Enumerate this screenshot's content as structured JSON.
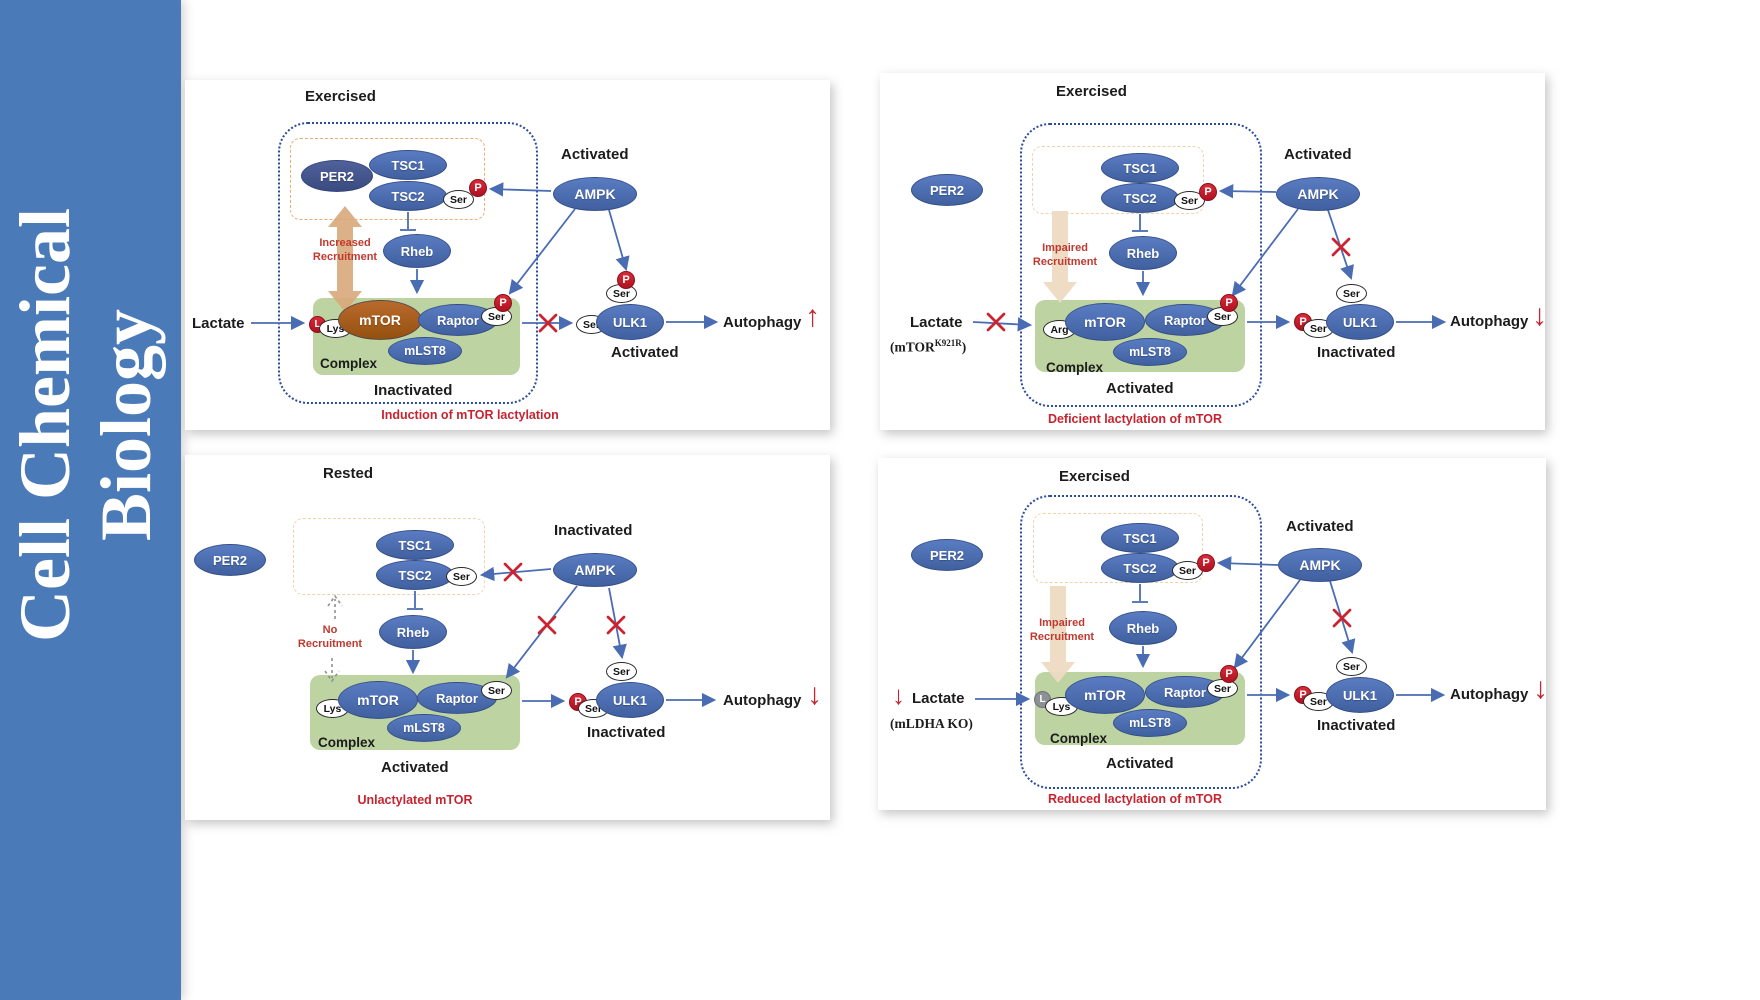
{
  "journal": {
    "line1": "Cell Chemical",
    "line2": "Biology"
  },
  "labels": {
    "ser": "Ser",
    "p": "P",
    "l": "L",
    "lys": "Lys",
    "arg": "Arg"
  },
  "panels": [
    {
      "title": "Exercised",
      "per2": "PER2",
      "tsc1": "TSC1",
      "tsc2": "TSC2",
      "rheb": "Rheb",
      "ampk": "AMPK",
      "ampk_state": "Activated",
      "recruit1": "Increased",
      "recruit2": "Recruitment",
      "lactate": "Lactate",
      "mtor": "mTOR",
      "raptor": "Raptor",
      "mlst8": "mLST8",
      "complex": "Complex",
      "complex_state": "Inactivated",
      "ulk1": "ULK1",
      "ulk1_state": "Activated",
      "autophagy": "Autophagy",
      "autophagy_arrow": "↑",
      "caption": "Induction of mTOR lactylation"
    },
    {
      "title": "Exercised",
      "per2": "PER2",
      "tsc1": "TSC1",
      "tsc2": "TSC2",
      "rheb": "Rheb",
      "ampk": "AMPK",
      "ampk_state": "Activated",
      "recruit1": "Impaired",
      "recruit2": "Recruitment",
      "lactate": "Lactate",
      "note_pre": "(mTOR",
      "note_sup": "K921R",
      "note_post": ")",
      "mtor": "mTOR",
      "raptor": "Raptor",
      "mlst8": "mLST8",
      "complex": "Complex",
      "complex_state": "Activated",
      "ulk1": "ULK1",
      "ulk1_state": "Inactivated",
      "autophagy": "Autophagy",
      "autophagy_arrow": "↓",
      "caption": "Deficient lactylation of mTOR"
    },
    {
      "title": "Rested",
      "per2": "PER2",
      "tsc1": "TSC1",
      "tsc2": "TSC2",
      "rheb": "Rheb",
      "ampk": "AMPK",
      "ampk_state": "Inactivated",
      "recruit1": "No",
      "recruit2": "Recruitment",
      "mtor": "mTOR",
      "raptor": "Raptor",
      "mlst8": "mLST8",
      "complex": "Complex",
      "complex_state": "Activated",
      "ulk1": "ULK1",
      "ulk1_state": "Inactivated",
      "autophagy": "Autophagy",
      "autophagy_arrow": "↓",
      "caption": "Unlactylated mTOR"
    },
    {
      "title": "Exercised",
      "per2": "PER2",
      "tsc1": "TSC1",
      "tsc2": "TSC2",
      "rheb": "Rheb",
      "ampk": "AMPK",
      "ampk_state": "Activated",
      "recruit1": "Impaired",
      "recruit2": "Recruitment",
      "lactate": "Lactate",
      "lactate_down": "↓",
      "note_pre": "(mLDHA KO)",
      "mtor": "mTOR",
      "raptor": "Raptor",
      "mlst8": "mLST8",
      "complex": "Complex",
      "complex_state": "Activated",
      "ulk1": "ULK1",
      "ulk1_state": "Inactivated",
      "autophagy": "Autophagy",
      "autophagy_arrow": "↓",
      "caption": "Reduced lactylation of mTOR"
    }
  ]
}
